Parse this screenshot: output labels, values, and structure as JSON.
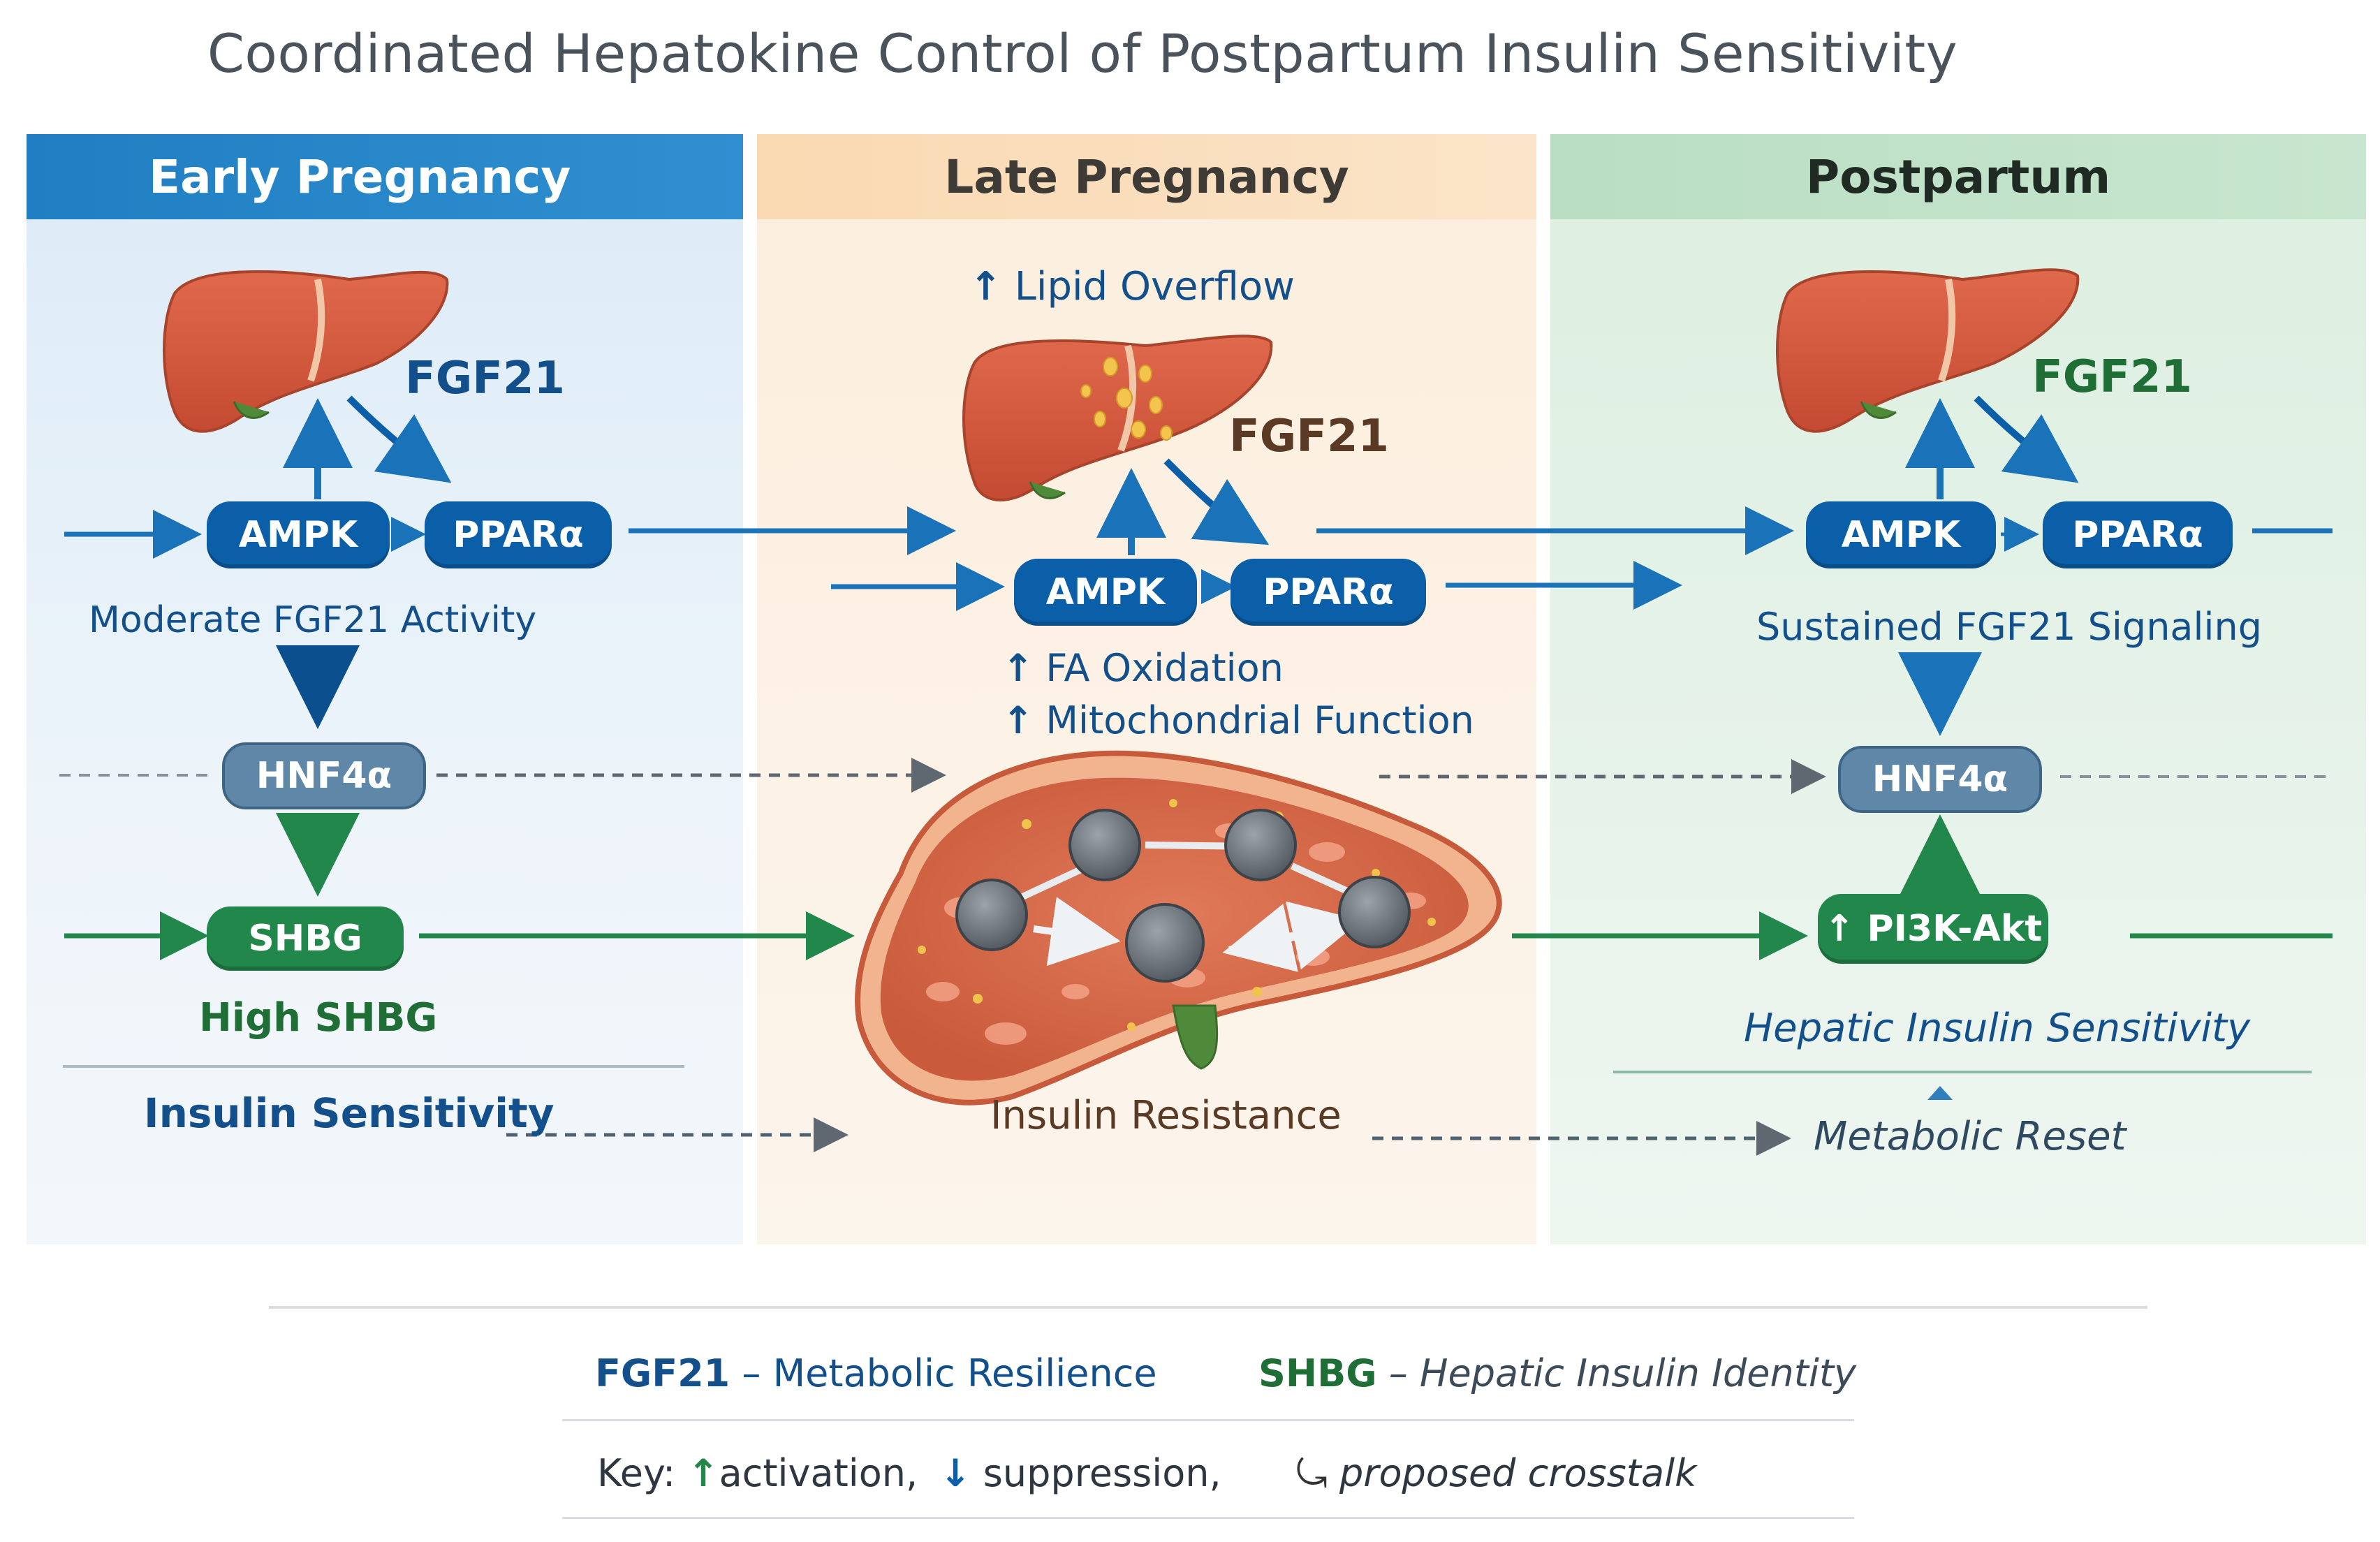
{
  "title": "Coordinated Hepatokine Control of Postpartum Insulin Sensitivity",
  "panels": {
    "early": {
      "header": "Early Pregnancy",
      "fgf21": "FGF21",
      "ampk": "AMPK",
      "ppara": "PPARα",
      "activity": "Moderate FGF21 Activity",
      "hnf4a": "HNF4α",
      "shbg": "SHBG",
      "high_shbg": "High SHBG",
      "outcome": "Insulin Sensitivity"
    },
    "late": {
      "header": "Late Pregnancy",
      "lipid_overflow": "Lipid Overflow",
      "fgf21": "FGF21",
      "ampk": "AMPK",
      "ppara": "PPARα",
      "fa_oxidation": "FA Oxidation",
      "mito_function": "Mitochondrial Function",
      "outcome": "Insulin Resistance"
    },
    "post": {
      "header": "Postpartum",
      "fgf21": "FGF21",
      "ampk": "AMPK",
      "ppara": "PPARα",
      "signaling": "Sustained FGF21 Signaling",
      "hnf4a": "HNF4α",
      "pi3k": "PI3K-Akt",
      "hepatic_sensitivity": "Hepatic Insulin Sensitivity",
      "metabolic_reset": "Metabolic Reset"
    }
  },
  "footer": {
    "fgf21_term": "FGF21",
    "fgf21_def": "– Metabolic Resilience",
    "shbg_term": "SHBG",
    "shbg_def": "– Hepatic Insulin Identity",
    "key_label": "Key:",
    "key_activation": "activation,",
    "key_suppression": "suppression,",
    "key_crosstalk": "proposed crosstalk"
  },
  "colors": {
    "blue": "#1a73b8",
    "dark_blue": "#0b5fa8",
    "green": "#22874a",
    "steel": "#5f87a8",
    "liver": "#d2553b"
  }
}
